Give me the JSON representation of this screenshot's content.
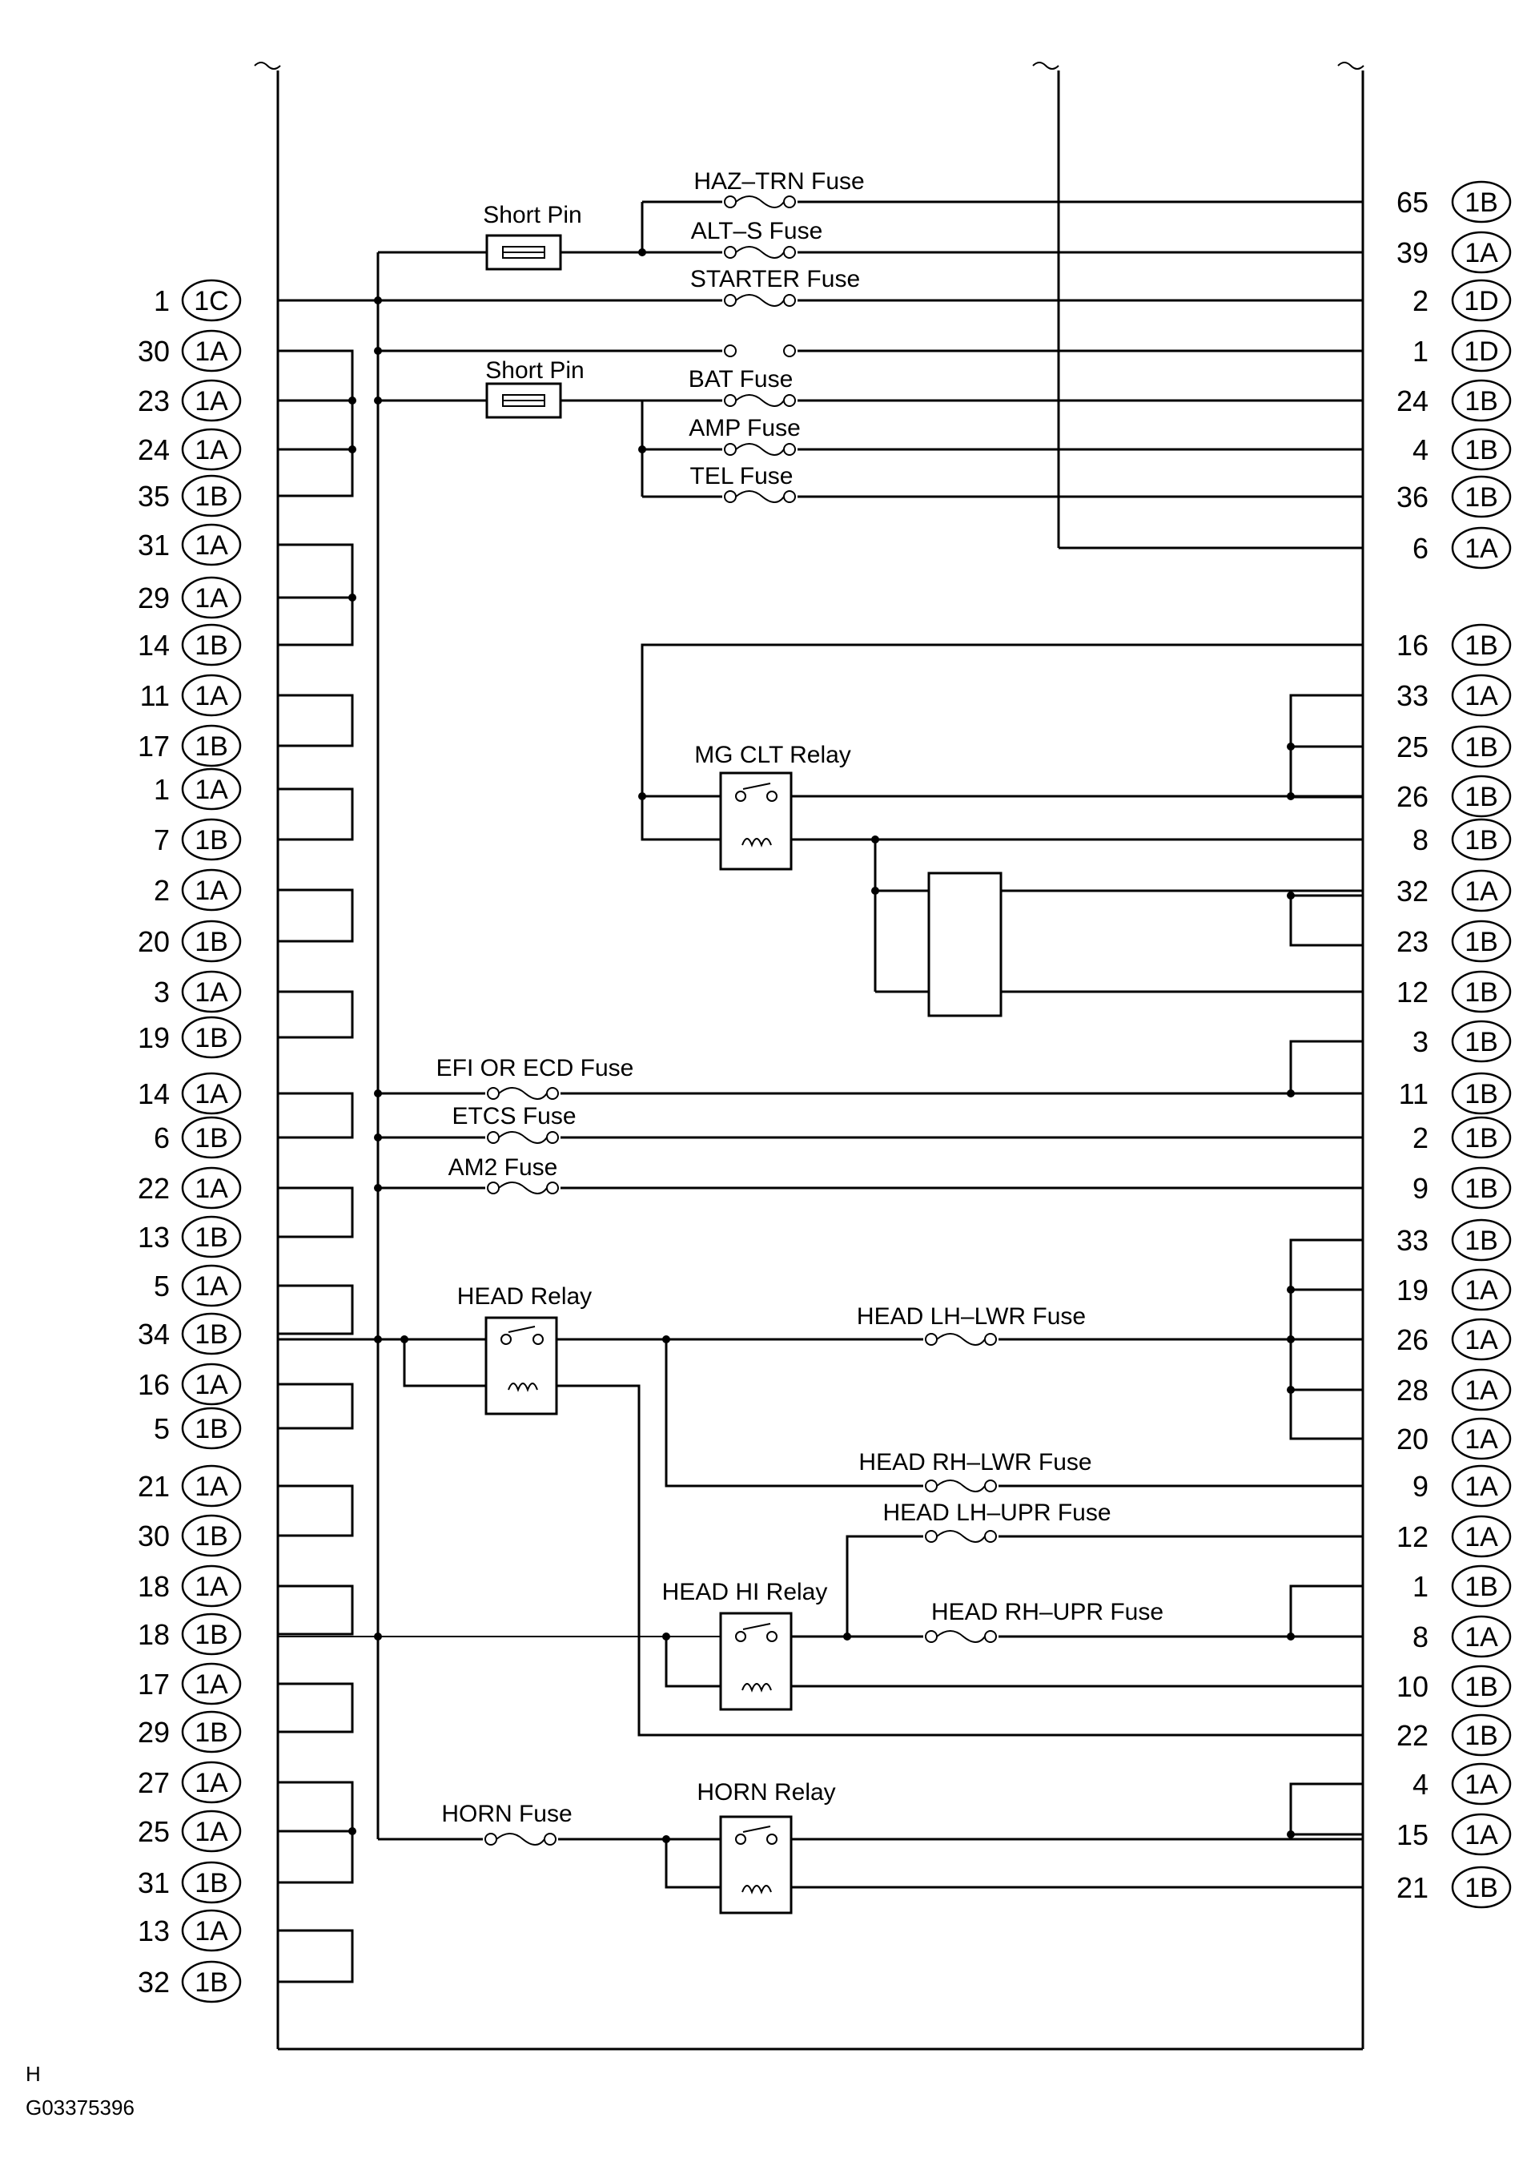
{
  "left_pins": [
    {
      "num": "1",
      "conn": "1C"
    },
    {
      "num": "30",
      "conn": "1A"
    },
    {
      "num": "23",
      "conn": "1A"
    },
    {
      "num": "24",
      "conn": "1A"
    },
    {
      "num": "35",
      "conn": "1B"
    },
    {
      "num": "31",
      "conn": "1A"
    },
    {
      "num": "29",
      "conn": "1A"
    },
    {
      "num": "14",
      "conn": "1B"
    },
    {
      "num": "11",
      "conn": "1A"
    },
    {
      "num": "17",
      "conn": "1B"
    },
    {
      "num": "1",
      "conn": "1A"
    },
    {
      "num": "7",
      "conn": "1B"
    },
    {
      "num": "2",
      "conn": "1A"
    },
    {
      "num": "20",
      "conn": "1B"
    },
    {
      "num": "3",
      "conn": "1A"
    },
    {
      "num": "19",
      "conn": "1B"
    },
    {
      "num": "14",
      "conn": "1A"
    },
    {
      "num": "6",
      "conn": "1B"
    },
    {
      "num": "22",
      "conn": "1A"
    },
    {
      "num": "13",
      "conn": "1B"
    },
    {
      "num": "5",
      "conn": "1A"
    },
    {
      "num": "34",
      "conn": "1B"
    },
    {
      "num": "16",
      "conn": "1A"
    },
    {
      "num": "5",
      "conn": "1B"
    },
    {
      "num": "21",
      "conn": "1A"
    },
    {
      "num": "30",
      "conn": "1B"
    },
    {
      "num": "18",
      "conn": "1A"
    },
    {
      "num": "18",
      "conn": "1B"
    },
    {
      "num": "17",
      "conn": "1A"
    },
    {
      "num": "29",
      "conn": "1B"
    },
    {
      "num": "27",
      "conn": "1A"
    },
    {
      "num": "25",
      "conn": "1A"
    },
    {
      "num": "31",
      "conn": "1B"
    },
    {
      "num": "13",
      "conn": "1A"
    },
    {
      "num": "32",
      "conn": "1B"
    }
  ],
  "right_pins": [
    {
      "num": "65",
      "conn": "1B"
    },
    {
      "num": "39",
      "conn": "1A"
    },
    {
      "num": "2",
      "conn": "1D"
    },
    {
      "num": "1",
      "conn": "1D"
    },
    {
      "num": "24",
      "conn": "1B"
    },
    {
      "num": "4",
      "conn": "1B"
    },
    {
      "num": "36",
      "conn": "1B"
    },
    {
      "num": "6",
      "conn": "1A"
    },
    {
      "num": "16",
      "conn": "1B"
    },
    {
      "num": "33",
      "conn": "1A"
    },
    {
      "num": "25",
      "conn": "1B"
    },
    {
      "num": "26",
      "conn": "1B"
    },
    {
      "num": "8",
      "conn": "1B"
    },
    {
      "num": "32",
      "conn": "1A"
    },
    {
      "num": "23",
      "conn": "1B"
    },
    {
      "num": "12",
      "conn": "1B"
    },
    {
      "num": "3",
      "conn": "1B"
    },
    {
      "num": "11",
      "conn": "1B"
    },
    {
      "num": "2",
      "conn": "1B"
    },
    {
      "num": "9",
      "conn": "1B"
    },
    {
      "num": "33",
      "conn": "1B"
    },
    {
      "num": "19",
      "conn": "1A"
    },
    {
      "num": "26",
      "conn": "1A"
    },
    {
      "num": "28",
      "conn": "1A"
    },
    {
      "num": "20",
      "conn": "1A"
    },
    {
      "num": "9",
      "conn": "1A"
    },
    {
      "num": "12",
      "conn": "1A"
    },
    {
      "num": "1",
      "conn": "1B"
    },
    {
      "num": "8",
      "conn": "1A"
    },
    {
      "num": "10",
      "conn": "1B"
    },
    {
      "num": "22",
      "conn": "1B"
    },
    {
      "num": "4",
      "conn": "1A"
    },
    {
      "num": "15",
      "conn": "1A"
    },
    {
      "num": "21",
      "conn": "1B"
    }
  ],
  "components": {
    "short_pin_1": "Short Pin",
    "short_pin_2": "Short Pin",
    "haz_trn_fuse": "HAZ–TRN Fuse",
    "alt_s_fuse": "ALT–S Fuse",
    "starter_fuse": "STARTER Fuse",
    "bat_fuse": "BAT Fuse",
    "amp_fuse": "AMP Fuse",
    "tel_fuse": "TEL Fuse",
    "mg_clt_relay": "MG CLT Relay",
    "efi_fuse": "EFI OR ECD Fuse",
    "etcs_fuse": "ETCS Fuse",
    "am2_fuse": "AM2 Fuse",
    "head_relay": "HEAD Relay",
    "head_lh_lwr_fuse": "HEAD LH–LWR Fuse",
    "head_rh_lwr_fuse": "HEAD RH–LWR Fuse",
    "head_lh_upr_fuse": "HEAD LH–UPR Fuse",
    "head_hi_relay": "HEAD HI Relay",
    "head_rh_upr_fuse": "HEAD RH–UPR Fuse",
    "horn_fuse": "HORN Fuse",
    "horn_relay": "HORN Relay"
  },
  "footer": {
    "mark": "H",
    "code": "G03375396"
  }
}
